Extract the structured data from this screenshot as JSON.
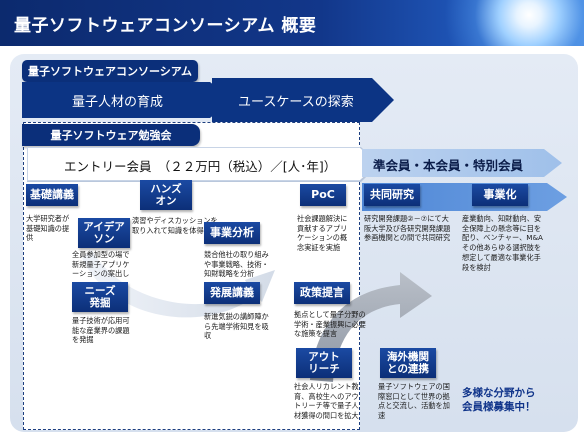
{
  "header": {
    "title": "量子ソフトウェアコンソーシアム 概要"
  },
  "consortium": {
    "label": "量子ソフトウェアコンソーシアム",
    "arrow1": "量子人材の育成",
    "arrow2": "ユースケースの探索"
  },
  "study": {
    "label": "量子ソフトウェア勉強会",
    "entry": "エントリー会員　（２２万円（税込）／[人･年]）"
  },
  "members": {
    "label": "準会員・本会員・特別会員"
  },
  "activities": {
    "kiso": {
      "label": "基礎講義",
      "desc": "大学研究者が基礎知識の提供"
    },
    "handson": {
      "label": "ハンズオン",
      "desc": "演習やディスカッションを取り入れて知識を体得"
    },
    "poc": {
      "label": "PoC",
      "desc": "社会課題解決に貢献するアプリケーションの概念実証を実施"
    },
    "kyodo": {
      "label": "共同研究",
      "desc": "研究開発課題②－⑦にて大阪大学及び各研究開発課題参画機関との間で共同研究"
    },
    "jigyou": {
      "label": "事業化",
      "desc": "産業動向、知財動向、安全保障上の懸念等に目を配り、ベンチャー、M&Aその他あらゆる選択肢を想定して最適な事業化手段を検討"
    },
    "idea": {
      "label": "アイデアソン",
      "desc": "全員参加型の場で新規量子アプリケーションの案出し"
    },
    "needs": {
      "label": "ニーズ発掘",
      "desc": "量子技術が応用可能な産業界の課題を発掘"
    },
    "bunseki": {
      "label": "事業分析",
      "desc": "競合他社の取り組みや事業戦略、技術・知財戦略を分析"
    },
    "hatten": {
      "label": "発展講義",
      "desc": "新進気鋭の講師陣から先端学術知見を吸収"
    },
    "seisaku": {
      "label": "政策提言",
      "desc": "拠点として量子分野の学術・産業振興に必要な施策を提言"
    },
    "outreach": {
      "label": "アウトリーチ",
      "desc": "社会人リカレント教育、高校生へのアウトリーチ等で量子人材獲得の間口を拡大"
    },
    "kaigai": {
      "label": "海外機関との連携",
      "desc": "量子ソフトウェアの国際窓口として世界の拠点と交流し、活動を加速"
    }
  },
  "recruit": {
    "line1": "多様な分野から",
    "line2": "会員様募集中！"
  }
}
